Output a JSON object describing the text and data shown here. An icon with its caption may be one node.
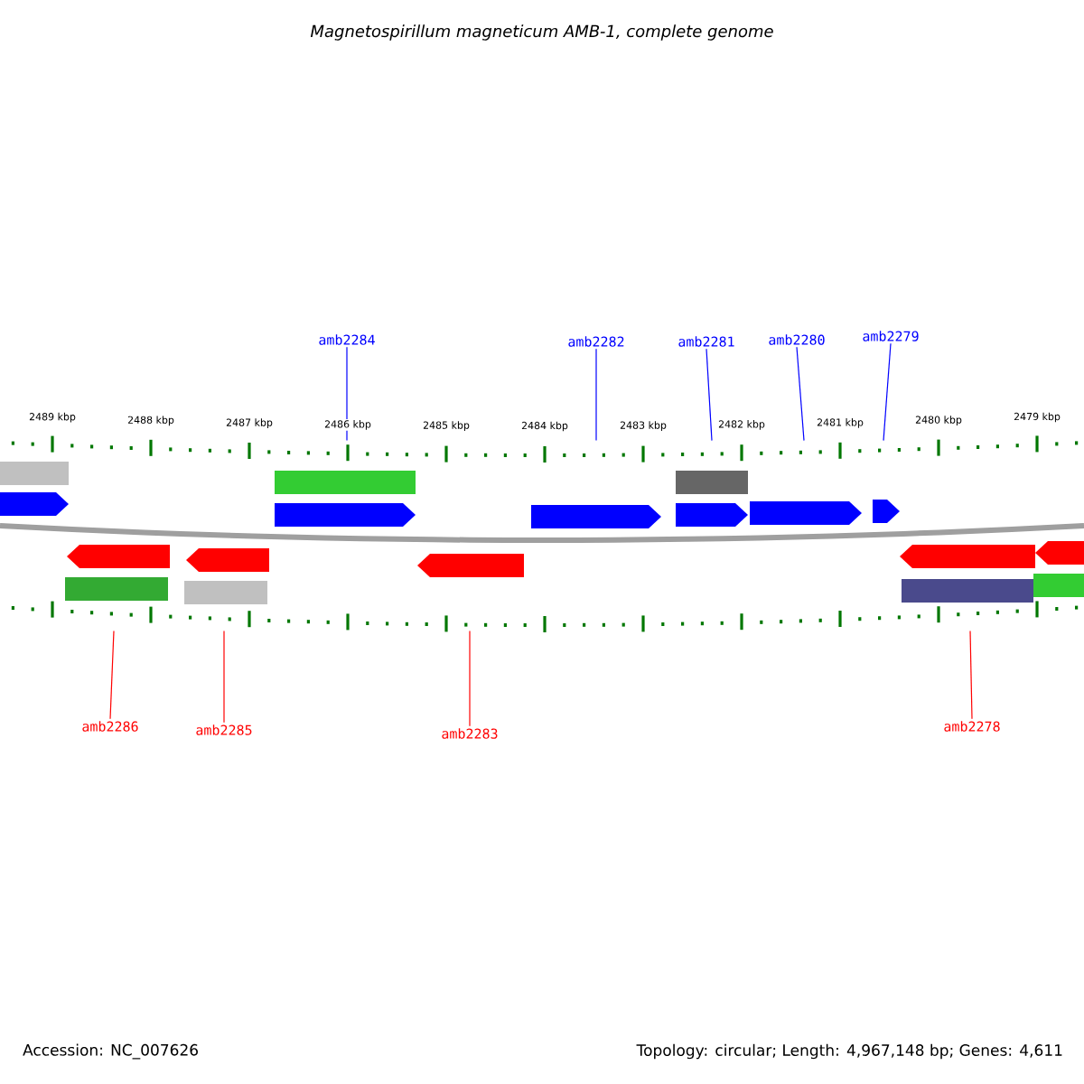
{
  "diagram": {
    "title": "Magnetospirillum magneticum AMB-1, complete genome",
    "nodes": [
      {
        "text": [
          "amb2284"
        ]
      },
      {
        "text": [
          "amb2282"
        ]
      },
      {
        "text": [
          "amb2281"
        ]
      },
      {
        "text": [
          "amb2280"
        ]
      },
      {
        "text": [
          "amb2279"
        ]
      },
      {
        "text": [
          "amb2286"
        ]
      },
      {
        "text": [
          "amb2285"
        ]
      },
      {
        "text": [
          "amb2283"
        ]
      },
      {
        "text": [
          "amb2278"
        ]
      },
      {
        "text": [],
        "shape": "bar",
        "beside": [
          "2489 kbp",
          "2488 kbp",
          "2487 kbp",
          "2486 kbp",
          "2485 kbp",
          "2484 kbp",
          "2483 kbp",
          "2482 kbp",
          "2481 kbp",
          "2480 kbp",
          "2479 kbp"
        ]
      },
      {
        "text": [],
        "shape": "bar"
      }
    ],
    "edges": [
      {
        "from": 0,
        "to": 9,
        "arrow": "none"
      },
      {
        "from": 1,
        "to": 9,
        "arrow": "none"
      },
      {
        "from": 2,
        "to": 9,
        "arrow": "none"
      },
      {
        "from": 3,
        "to": 9,
        "arrow": "none"
      },
      {
        "from": 4,
        "to": 9,
        "arrow": "none"
      },
      {
        "from": 5,
        "to": 10,
        "arrow": "none",
        "color": "#ff0000"
      },
      {
        "from": 6,
        "to": 10,
        "arrow": "none",
        "color": "#ff0000"
      },
      {
        "from": 7,
        "to": 10,
        "arrow": "none",
        "color": "#ff0000"
      },
      {
        "from": 8,
        "to": 10,
        "arrow": "none",
        "color": "#ff0000"
      }
    ],
    "labels": [
      "Accession: NC_007626",
      "Topology: circular; Length: 4,967,148 bp; Genes: 4,611"
    ]
  }
}
